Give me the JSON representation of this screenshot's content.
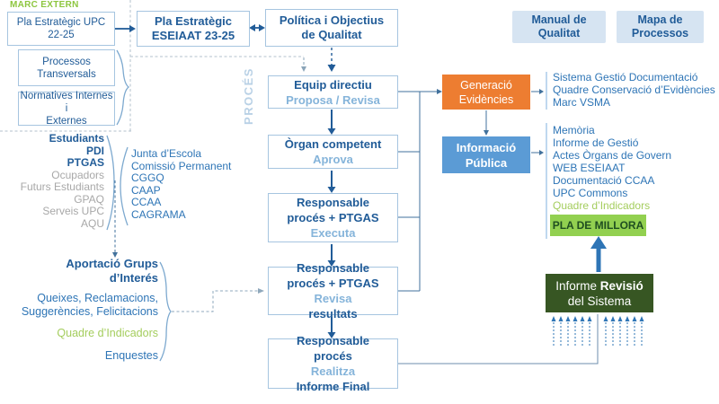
{
  "colors": {
    "dark_blue": "#215c98",
    "subtitle_blue": "#85b4da",
    "list_blue": "#2e75b6",
    "gray_text": "#a8a8a8",
    "green_text": "#a4cd5d",
    "green_label": "#8dc63f",
    "orange": "#ed7d31",
    "info_blue": "#5b9bd5",
    "pla_green": "#92d050",
    "dark_green": "#375623",
    "pill_fill": "#d6e4f2",
    "box_border": "#a6c5e0"
  },
  "marc_extern": {
    "label": "MARC EXTERN",
    "pla_upc": {
      "line1": "Pla Estratègic UPC",
      "line2": "22-25"
    },
    "processos": {
      "line1": "Processos",
      "line2": "Transversals"
    },
    "normatives": {
      "line1": "Normatives Internes i",
      "line2": "Externes"
    }
  },
  "top": {
    "pla_eseiaat": {
      "line1": "Pla Estratègic",
      "line2": "ESEIAAT 23-25"
    },
    "politica": {
      "line1": "Política i Objectius",
      "line2": "de Qualitat"
    },
    "manual": {
      "line1": "Manual de",
      "line2": "Qualitat"
    },
    "mapa": {
      "line1": "Mapa de",
      "line2": "Processos"
    }
  },
  "proces_label": "PROCÉS",
  "steps": {
    "equip": {
      "title": "Equip directiu",
      "subtitle": "Proposa / Revisa"
    },
    "organ": {
      "title": "Òrgan competent",
      "subtitle": "Aprova"
    },
    "executa": {
      "l1": "Responsable",
      "l2": "procés + PTGAS",
      "subtitle": "Executa"
    },
    "revisa": {
      "l1": "Responsable",
      "l2": "procés + PTGAS",
      "sub_light": "Revisa",
      "sub_dark": "resultats"
    },
    "informe": {
      "l1": "Responsable",
      "l2a": "procés",
      "l2b": "Realitza",
      "l3": "Informe Final"
    }
  },
  "outputs": {
    "generacio": {
      "line1": "Generació",
      "line2": "Evidències"
    },
    "informacio": {
      "line1": "Informació",
      "line2": "Pública"
    },
    "evidencies_list": [
      "Sistema Gestió Documentació",
      "Quadre Conservació d’Evidències",
      "Marc VSMA"
    ],
    "publica_list": [
      "Memòria",
      "Informe de Gestió",
      "Actes Òrgans de Govern",
      "WEB ESEIAAT",
      "Documentació CCAA",
      "UPC Commons",
      "Quadre d’Indicadors"
    ],
    "pla_millora": "PLA DE MILLORA",
    "informe_revisio": {
      "a": "Informe",
      "b": "Revisió",
      "c": "del Sistema"
    }
  },
  "stakeholders": {
    "bold": [
      "Estudiants",
      "PDI",
      "PTGAS"
    ],
    "gray": [
      "Ocupadors",
      "Futurs Estudiants",
      "GPAQ",
      "Serveis UPC",
      "AQU"
    ],
    "organs": [
      "Junta d’Escola",
      "Comissió Permanent",
      "CGGQ",
      "CAAP",
      "CCAA",
      "CAGRAMA"
    ]
  },
  "aportacio": {
    "title1": "Aportació Grups",
    "title2": "d’Interés",
    "item1a": "Queixes, Reclamacions,",
    "item1b": "Suggerències, Felicitacions",
    "item2": "Quadre d’Indicadors",
    "item3": "Enquestes"
  }
}
